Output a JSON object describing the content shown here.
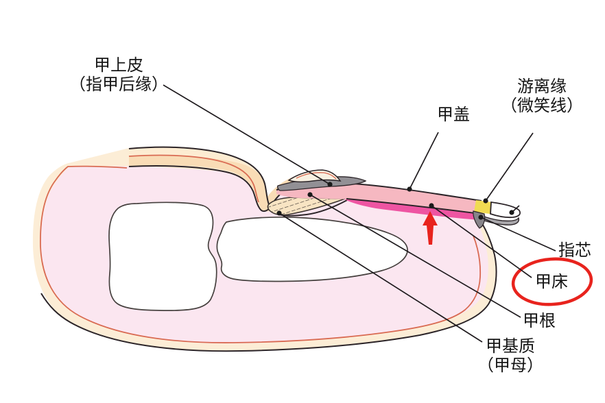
{
  "diagram": {
    "subject": "fingernail-anatomy-cross-section",
    "labels": {
      "eponychium": {
        "line1": "甲上皮",
        "line2": "（指甲后缘）"
      },
      "nail_plate": {
        "text": "甲盖"
      },
      "free_edge": {
        "line1": "游离缘",
        "line2": "（微笑线）"
      },
      "finger_core": {
        "text": "指芯"
      },
      "nail_bed": {
        "text": "甲床",
        "highlighted": "red-ellipse"
      },
      "nail_root": {
        "text": "甲根"
      },
      "nail_matrix": {
        "line1": "甲基质",
        "line2": "（甲母）"
      }
    },
    "annotations": {
      "red_arrow": "upward arrow pointing at nail bed strip",
      "red_ellipse": "circle highlight around 甲床 label"
    },
    "colors": {
      "outline": "#2b2428",
      "skin_line": "#d96a52",
      "skin_outer_band": "#fcedd6",
      "skin_fold": "#f9dcb6",
      "flesh_pink": "#fbe6f0",
      "bone_white": "#ffffff",
      "nail_plate_pink": "#f6b8c1",
      "nail_bed_magenta": "#ee55a2",
      "matrix_beige": "#f8e4c3",
      "smile_line_yellow": "#f0db52",
      "hyponychium_gray": "#a9a7ab",
      "eponychium_gray": "#929095",
      "accent_red": "#e8231d",
      "label_text": "#151515"
    }
  }
}
